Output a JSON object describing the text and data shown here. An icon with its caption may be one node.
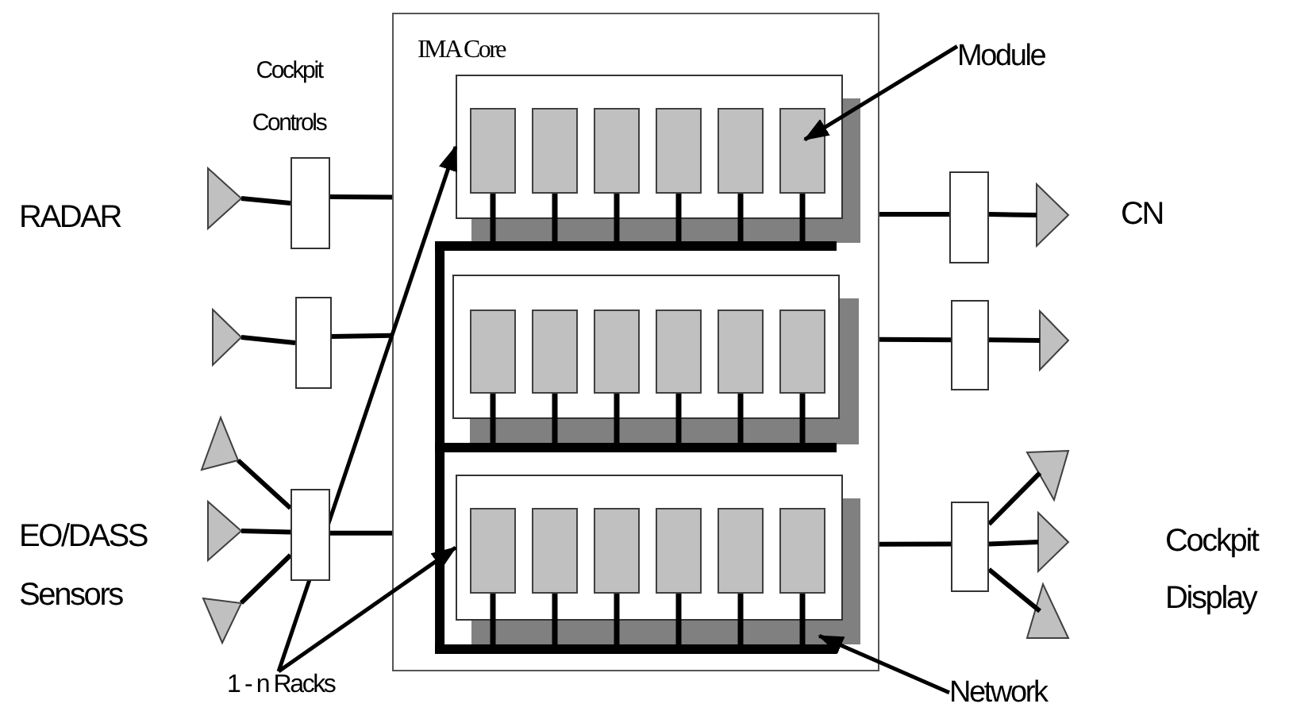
{
  "diagram": {
    "nodes": [
      {
        "text": [
          "IMA Core"
        ]
      },
      {
        "text": [],
        "shape": "box",
        "in": 0
      },
      {
        "text": [],
        "shape": "box",
        "in": 1
      },
      {
        "text": [],
        "shape": "box",
        "in": 1
      },
      {
        "text": [],
        "shape": "box",
        "in": 1
      },
      {
        "text": [],
        "shape": "box",
        "in": 1
      },
      {
        "text": [],
        "shape": "box",
        "in": 1
      },
      {
        "text": [],
        "shape": "box",
        "in": 1
      },
      {
        "text": [],
        "shape": "box",
        "in": 0
      },
      {
        "text": [],
        "shape": "box",
        "in": 8
      },
      {
        "text": [],
        "shape": "box",
        "in": 8
      },
      {
        "text": [],
        "shape": "box",
        "in": 8
      },
      {
        "text": [],
        "shape": "box",
        "in": 8
      },
      {
        "text": [],
        "shape": "box",
        "in": 8
      },
      {
        "text": [],
        "shape": "box",
        "in": 8
      },
      {
        "text": [],
        "shape": "box",
        "in": 0
      },
      {
        "text": [],
        "shape": "box",
        "in": 15
      },
      {
        "text": [],
        "shape": "box",
        "in": 15
      },
      {
        "text": [],
        "shape": "box",
        "in": 15
      },
      {
        "text": [],
        "shape": "box",
        "in": 15
      },
      {
        "text": [],
        "shape": "box",
        "in": 15
      },
      {
        "text": [],
        "shape": "box",
        "in": 15
      },
      {
        "text": [],
        "shape": "bar",
        "in": 0
      },
      {
        "text": [],
        "shape": "bar",
        "in": 0
      },
      {
        "text": [],
        "shape": "bar",
        "in": 0
      },
      {
        "text": [],
        "shape": "triangle"
      },
      {
        "text": [],
        "shape": "box"
      },
      {
        "text": [],
        "shape": "triangle"
      },
      {
        "text": [],
        "shape": "box"
      },
      {
        "text": [],
        "shape": "triangle"
      },
      {
        "text": [],
        "shape": "triangle"
      },
      {
        "text": [],
        "shape": "triangle"
      },
      {
        "text": [],
        "shape": "box"
      },
      {
        "text": [],
        "shape": "box"
      },
      {
        "text": [],
        "shape": "triangle"
      },
      {
        "text": [],
        "shape": "box"
      },
      {
        "text": [],
        "shape": "triangle"
      },
      {
        "text": [],
        "shape": "box"
      },
      {
        "text": [],
        "shape": "triangle"
      },
      {
        "text": [],
        "shape": "triangle"
      },
      {
        "text": [],
        "shape": "triangle"
      },
      {
        "text": [
          "Module"
        ]
      },
      {
        "text": [
          "1 - n Racks"
        ]
      },
      {
        "text": [
          "Network"
        ]
      }
    ],
    "edges": [
      {
        "from": 25,
        "to": 26,
        "arrow": "none"
      },
      {
        "from": 27,
        "to": 28,
        "arrow": "none"
      },
      {
        "from": 29,
        "to": 32,
        "arrow": "none"
      },
      {
        "from": 30,
        "to": 32,
        "arrow": "none"
      },
      {
        "from": 31,
        "to": 32,
        "arrow": "none"
      },
      {
        "from": 26,
        "to": 0,
        "arrow": "none"
      },
      {
        "from": 28,
        "to": 0,
        "arrow": "none"
      },
      {
        "from": 32,
        "to": 0,
        "arrow": "none"
      },
      {
        "from": 0,
        "to": 33,
        "arrow": "none"
      },
      {
        "from": 0,
        "to": 35,
        "arrow": "none"
      },
      {
        "from": 0,
        "to": 37,
        "arrow": "none"
      },
      {
        "from": 33,
        "to": 34,
        "arrow": "none"
      },
      {
        "from": 35,
        "to": 36,
        "arrow": "none"
      },
      {
        "from": 37,
        "to": 38,
        "arrow": "none"
      },
      {
        "from": 37,
        "to": 39,
        "arrow": "none"
      },
      {
        "from": 37,
        "to": 40,
        "arrow": "none"
      },
      {
        "from": 2,
        "to": 22,
        "arrow": "none"
      },
      {
        "from": 3,
        "to": 22,
        "arrow": "none"
      },
      {
        "from": 4,
        "to": 22,
        "arrow": "none"
      },
      {
        "from": 5,
        "to": 22,
        "arrow": "none"
      },
      {
        "from": 6,
        "to": 22,
        "arrow": "none"
      },
      {
        "from": 7,
        "to": 22,
        "arrow": "none"
      },
      {
        "from": 9,
        "to": 23,
        "arrow": "none"
      },
      {
        "from": 10,
        "to": 23,
        "arrow": "none"
      },
      {
        "from": 11,
        "to": 23,
        "arrow": "none"
      },
      {
        "from": 12,
        "to": 23,
        "arrow": "none"
      },
      {
        "from": 13,
        "to": 23,
        "arrow": "none"
      },
      {
        "from": 14,
        "to": 23,
        "arrow": "none"
      },
      {
        "from": 16,
        "to": 24,
        "arrow": "none"
      },
      {
        "from": 17,
        "to": 24,
        "arrow": "none"
      },
      {
        "from": 18,
        "to": 24,
        "arrow": "none"
      },
      {
        "from": 19,
        "to": 24,
        "arrow": "none"
      },
      {
        "from": 20,
        "to": 24,
        "arrow": "none"
      },
      {
        "from": 21,
        "to": 24,
        "arrow": "none"
      },
      {
        "from": 41,
        "to": 7,
        "arrow": "to"
      },
      {
        "from": 42,
        "to": 1,
        "arrow": "to"
      },
      {
        "from": 42,
        "to": 15,
        "arrow": "to"
      },
      {
        "from": 43,
        "to": 24,
        "arrow": "to"
      },
      {
        "from": 22,
        "to": 23,
        "arrow": "none",
        "style": "thick"
      },
      {
        "from": 23,
        "to": 24,
        "arrow": "none",
        "style": "thick"
      }
    ],
    "labels": [
      "Cockpit Controls",
      "RADAR",
      "CN",
      "EO/DASS Sensors",
      "Cockpit Display"
    ]
  }
}
